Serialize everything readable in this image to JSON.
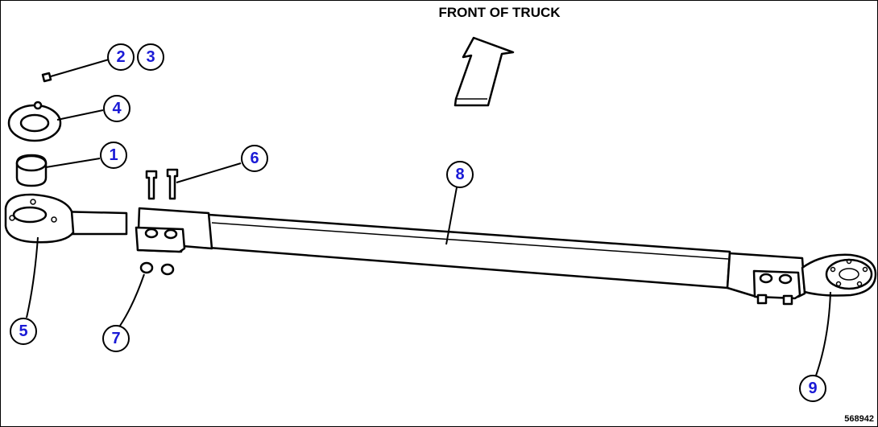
{
  "header": {
    "title": "FRONT OF TRUCK"
  },
  "figure_number": "568942",
  "callouts": [
    {
      "id": "c2",
      "label": "2"
    },
    {
      "id": "c3",
      "label": "3"
    },
    {
      "id": "c4",
      "label": "4"
    },
    {
      "id": "c1",
      "label": "1"
    },
    {
      "id": "c6",
      "label": "6"
    },
    {
      "id": "c8",
      "label": "8"
    },
    {
      "id": "c5",
      "label": "5"
    },
    {
      "id": "c7",
      "label": "7"
    },
    {
      "id": "c9",
      "label": "9"
    }
  ],
  "colors": {
    "callout_text": "#1a1ad6",
    "line": "#000000",
    "background": "#ffffff"
  }
}
